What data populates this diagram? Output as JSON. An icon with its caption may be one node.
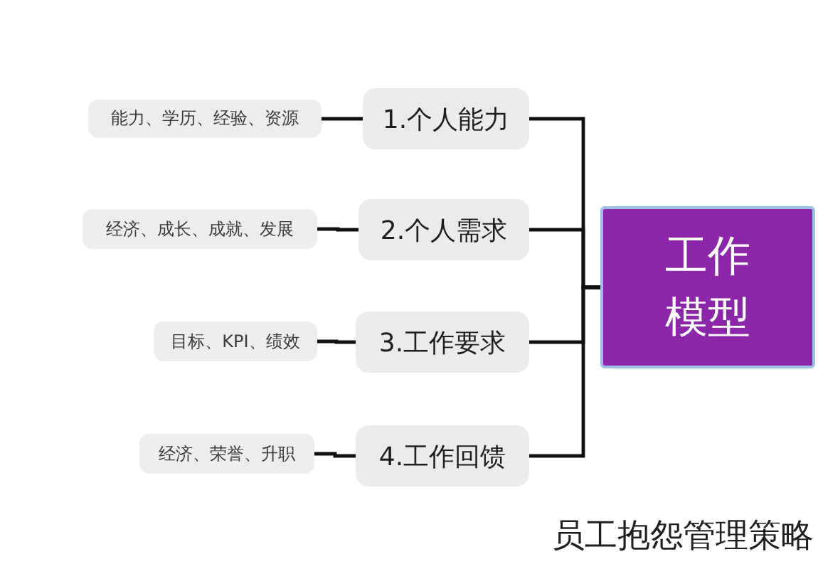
{
  "diagram": {
    "caption": "员工抱怨管理策略",
    "nodes": [
      {
        "text": [
          "能力、学历、经验、资源"
        ]
      },
      {
        "text": [
          "1.个人能力"
        ]
      },
      {
        "text": [
          "经济、成长、成就、发展"
        ]
      },
      {
        "text": [
          "2.个人需求"
        ]
      },
      {
        "text": [
          "目标、KPI、绩效"
        ]
      },
      {
        "text": [
          "3.工作要求"
        ]
      },
      {
        "text": [
          "经济、荣誉、升职"
        ]
      },
      {
        "text": [
          "4.工作回馈"
        ]
      },
      {
        "text": [
          "工作模型"
        ]
      }
    ],
    "edges": [
      {
        "from": 8,
        "to": 1,
        "arrow": "none"
      },
      {
        "from": 8,
        "to": 3,
        "arrow": "none"
      },
      {
        "from": 8,
        "to": 5,
        "arrow": "none"
      },
      {
        "from": 8,
        "to": 7,
        "arrow": "none"
      },
      {
        "from": 1,
        "to": 0,
        "arrow": "none"
      },
      {
        "from": 3,
        "to": 2,
        "arrow": "none"
      },
      {
        "from": 5,
        "to": 4,
        "arrow": "none"
      },
      {
        "from": 7,
        "to": 6,
        "arrow": "none"
      }
    ]
  }
}
